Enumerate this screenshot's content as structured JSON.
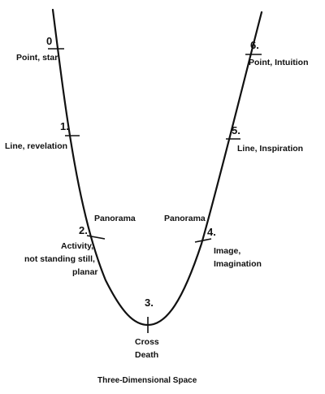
{
  "diagram": {
    "stages": [
      {
        "number": "0",
        "lines": [
          "Point, star"
        ]
      },
      {
        "number": "1.",
        "lines": [
          "Line, revelation"
        ]
      },
      {
        "number": "2.",
        "lines": [
          "Activity,",
          "not standing still,",
          "planar"
        ],
        "side_label": "Panorama"
      },
      {
        "number": "3.",
        "lines": [
          "Cross",
          "Death"
        ]
      },
      {
        "number": "4.",
        "lines": [
          "Image,",
          "Imagination"
        ],
        "side_label": "Panorama"
      },
      {
        "number": "5.",
        "lines": [
          "Line, Inspiration"
        ]
      },
      {
        "number": "6.",
        "lines": [
          "Point, Intuition"
        ]
      }
    ],
    "caption": "Three-Dimensional Space"
  },
  "colors": {
    "ink": "#111111",
    "background": "#ffffff"
  }
}
